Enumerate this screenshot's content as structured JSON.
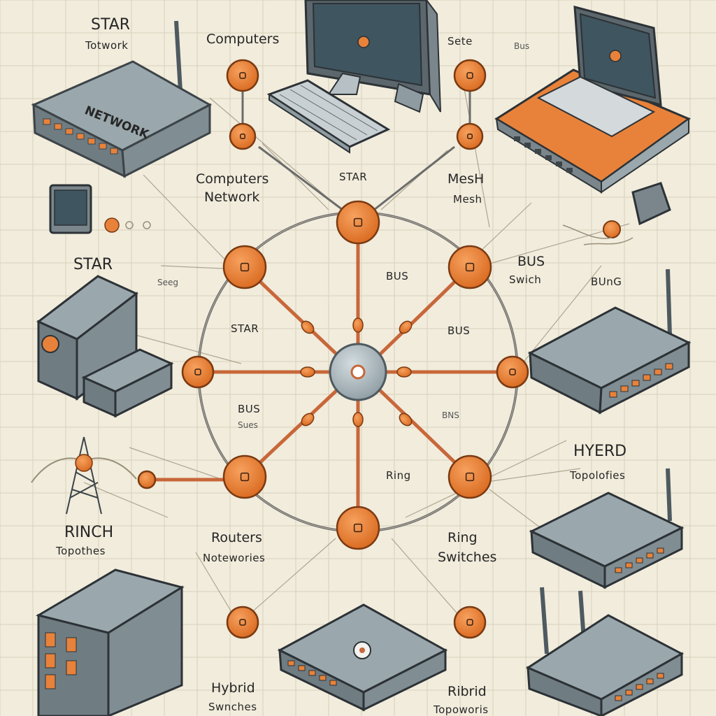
{
  "labels": {
    "star_top": "STAR",
    "tonetwork": "Totwork",
    "computers_top": "Computers",
    "sete": "Sete",
    "bus_top_right": "Bus",
    "device_network": "NETWORK",
    "computers_network_1": "Computers",
    "computers_network_2": "Network",
    "star_mid_top": "STAR",
    "mesh_1": "MesH",
    "mesh_2": "Mesh",
    "star_left": "STAR",
    "seeg": "Seeg",
    "bus_center": "BUS",
    "bus_switch_1": "BUS",
    "bus_switch_2": "Swich",
    "bung": "BUnG",
    "star_center": "STAR",
    "bus_center_right": "BUS",
    "bus_lower": "BUS",
    "bus_lower_small": "Sues",
    "bns": "BNS",
    "hyerd": "HYERD",
    "topolofies": "Topolofies",
    "ring_center": "Ring",
    "rinch": "RINCH",
    "topothes": "Topothes",
    "routers_1": "Routers",
    "routers_2": "Notewories",
    "ring_switches_1": "Ring",
    "ring_switches_2": "Switches",
    "hybrid_1": "Hybrid",
    "hybrid_2": "Swnches",
    "ribrid_1": "Ribrid",
    "ribrid_2": "Topoworis"
  },
  "colors": {
    "background": "#f1ecdc",
    "grid": "#d9d1bb",
    "node_orange": "#e8823a",
    "node_stroke": "#7a3a12",
    "hub_gray": "#a6b3b8",
    "device_gray": "#8f9ca3",
    "device_dark": "#5e6a70",
    "ring_line": "#6b6b6b",
    "spoke_orange": "#c8673a"
  },
  "icons": [
    "monitor-icon",
    "keyboard-icon",
    "laptop-icon",
    "router-icon",
    "switch-icon",
    "server-icon",
    "antenna-tower-icon",
    "small-monitor-icon",
    "satellite-dish-icon"
  ]
}
